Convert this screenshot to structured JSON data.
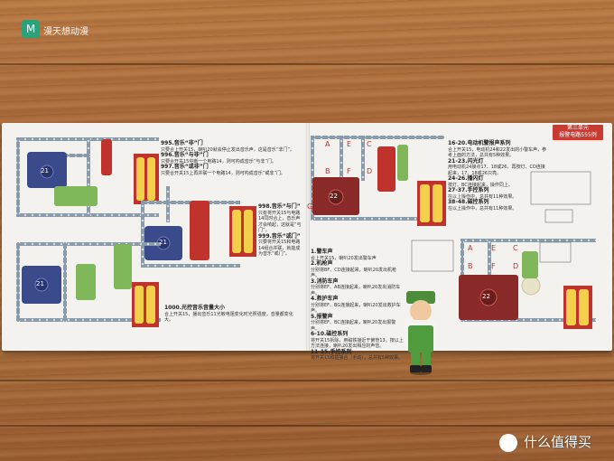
{
  "watermark": {
    "logo_letter": "M",
    "text": "漫天想动漫"
  },
  "brand": {
    "icon": "brand-icon",
    "text": "什么值得买"
  },
  "left_page": {
    "block1_title": "995.音乐“非”门",
    "block1_body": "只要合上开关15，喇叭20就会停止发出音乐声，这是音乐“非门”。",
    "block2_title": "996.音乐“与非”门",
    "block2_body": "只要合开关15中断一个电路14，则可构成音乐“与非”门。",
    "block3_title": "997.音乐“或非”门",
    "block3_body": "只要合开关15上再并联一个电路14，则可构成音乐“或非”门。",
    "block4_title": "998.音乐“与门”",
    "block4_body": "只有将开关15与电路14同时合上，音乐声才会响起，这就是“与门”。",
    "block5_title": "999.音乐“或门”",
    "block5_body": "只要将开关15和电路14组合并联，就能成为音乐“或门”。",
    "block6_title": "1000.光控音乐音量大小",
    "block6_body": "合上开关15，播出音乐11光敏电阻变化时光照强度，音量都变化大。"
  },
  "right_page": {
    "badge_line1": "第三单元",
    "badge_line2": "报警电路555例",
    "block1_title": "16-20.电动机警报声系列",
    "block1_body": "合上开关15，电动机24和22发出的小警车声，参考上面的方法，总共有5种效果。",
    "block2_title": "21-23.闪光灯",
    "block2_body": "用电动机24接点17、18或26，再按灯、CD连接起来，17、18或26只亮。",
    "block3_title": "24-26.播闪灯",
    "block3_body": "按灯、BC连接起来，操作同上。",
    "block4_title": "27-37.手控系列",
    "block4_body": "在以上操作中，总共有11种效果。",
    "block5_title": "38-48.磁控系列",
    "block5_body": "在以上操作中，总共有11种效果。",
    "block6_title": "1.警车声",
    "block6_body": "合上开关15，喇叭20发出警车声",
    "block7_title": "2.机枪声",
    "block7_body": "分别将BF、CD连接起来，喇叭20发出机枪声。",
    "block8_title": "3.消防车声",
    "block8_body": "分别将EF、AB连接起来，喇叭20发出消防车声。",
    "block9_title": "4.救护车声",
    "block9_body": "分别将EF、BG连接起来，喇叭20发出救护车声。",
    "block10_title": "5.报警声",
    "block10_body": "分别将EF、BC连接起来，喇叭20发出报警声。",
    "block11_title": "6-10.磁控系列",
    "block11_body": "将开关15拆除，用磁铁接近干簧管13，按以上方法连接，喇叭20发出相应的声音。",
    "block12_title": "11-15.手控系列",
    "block12_body": "将开关15和插接合（手动），总共有5种效果。"
  },
  "circuit_labels": {
    "left_modules": [
      "21",
      "21",
      "21"
    ],
    "right_modules": [
      "22",
      "22"
    ],
    "points_top": [
      "A",
      "E",
      "C"
    ],
    "points_mid": [
      "B",
      "F",
      "D"
    ],
    "point_g": "G",
    "points_right_top": [
      "A",
      "E",
      "C"
    ],
    "points_right_mid": [
      "B",
      "F",
      "D"
    ]
  },
  "colors": {
    "wood": "#a86d3c",
    "page": "#f4f2ee",
    "wire": "#8a9aa8",
    "module_blue": "#3b4a8a",
    "module_red": "#8a2a28",
    "battery_red": "#c0332c",
    "battery_yellow": "#f2d04a",
    "switch_green": "#7fb75a",
    "badge_red": "#c73b33"
  }
}
